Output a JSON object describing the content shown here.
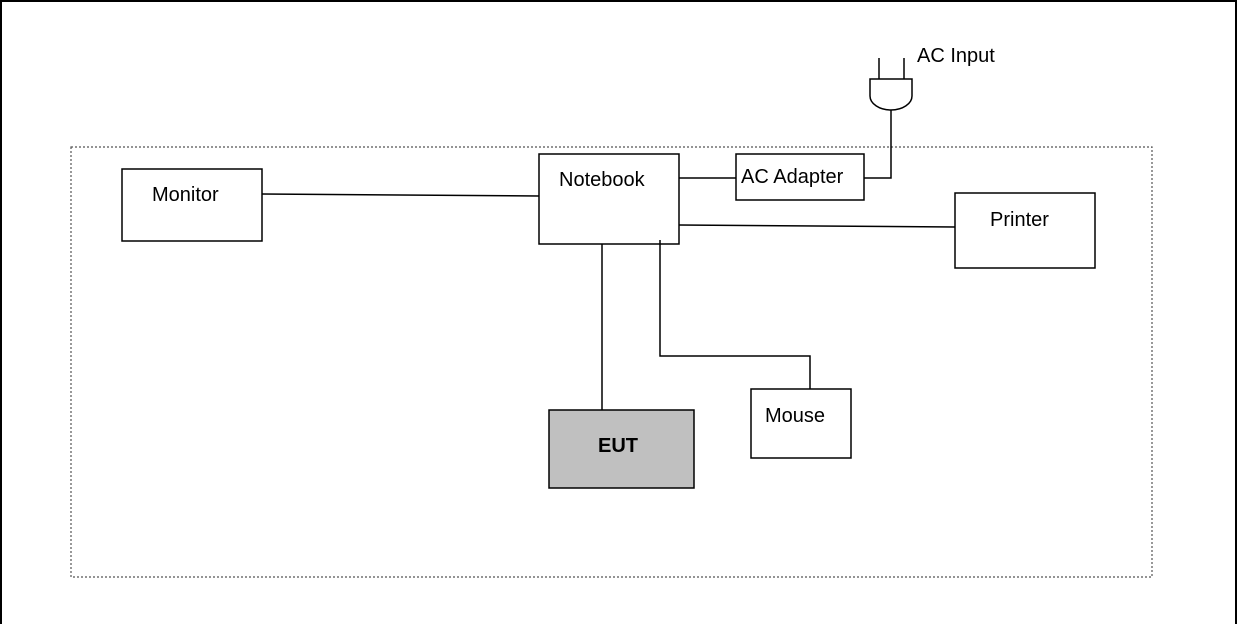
{
  "diagram": {
    "nodes": {
      "monitor": "Monitor",
      "notebook": "Notebook",
      "ac_adapter": "AC Adapter",
      "printer": "Printer",
      "mouse": "Mouse",
      "eut": "EUT",
      "ac_input": "AC Input"
    },
    "colors": {
      "line": "#000000",
      "eut_fill": "#c0c0c0",
      "box_fill": "#ffffff",
      "boundary": "#555555"
    }
  }
}
